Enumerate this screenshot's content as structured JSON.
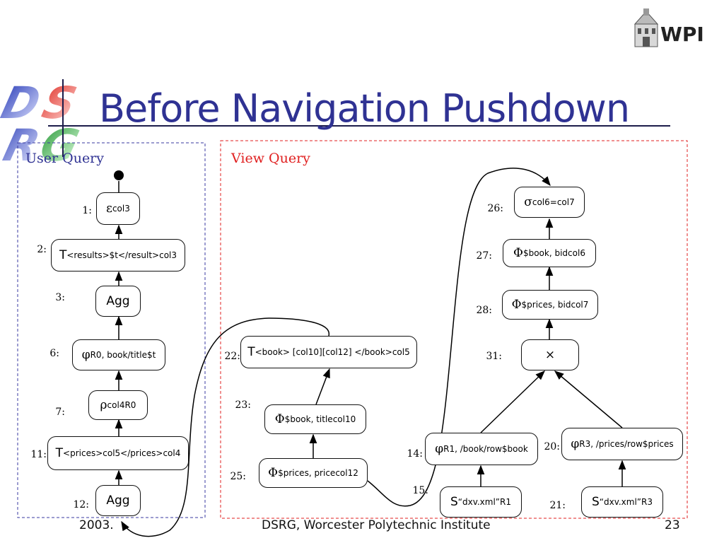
{
  "slide": {
    "title": "Before Navigation Pushdown",
    "user_query_label": "User Query",
    "view_query_label": "View Query",
    "logo_left_text": "DSRG",
    "logo_right_text": "WPI"
  },
  "user_query": {
    "n1": {
      "label": "1:",
      "sym": "ε",
      "sub": "col3"
    },
    "n2": {
      "label": "2:",
      "main": "T",
      "sub": "<results>$t</result>",
      "sup": "col3"
    },
    "n3": {
      "label": "3:",
      "text": "Agg"
    },
    "n6": {
      "label": "6:",
      "sym": "φ",
      "sub": "R0, book/title",
      "sup": "$t"
    },
    "n7": {
      "label": "7:",
      "sym": "ρ",
      "sub": "col4",
      "sup": "R0"
    },
    "n11": {
      "label": "11:",
      "main": "T",
      "sub": "<prices>col5</prices>",
      "sup": "col4"
    },
    "n12": {
      "label": "12:",
      "text": "Agg"
    }
  },
  "view_query": {
    "n22": {
      "label": "22:",
      "main": "T",
      "sub": "<book> [col10][col12] </book>",
      "sup": "col5"
    },
    "n23": {
      "label": "23:",
      "sym": "Φ",
      "sub": "$book, title",
      "sup": "col10"
    },
    "n25": {
      "label": "25:",
      "sym": "Φ",
      "sub": "$prices, price",
      "sup": "col12"
    },
    "n26": {
      "label": "26:",
      "sym": "σ",
      "sub": "col6=col7"
    },
    "n27": {
      "label": "27:",
      "sym": "Φ",
      "sub": "$book, bid",
      "sup": "col6"
    },
    "n28": {
      "label": "28:",
      "sym": "Φ",
      "sub": "$prices, bid",
      "sup": "col7"
    },
    "n31": {
      "label": "31:",
      "sym": "×"
    },
    "n14": {
      "label": "14:",
      "sym": "φ",
      "sub": "R1, /book/row",
      "sup": "$book"
    },
    "n20": {
      "label": "20:",
      "sym": "φ",
      "sub": "R3, /prices/row",
      "sup": "$prices"
    },
    "n15": {
      "label": "15:",
      "main": "S",
      "sub": "“dxv.xml”",
      "sup": "R1"
    },
    "n21": {
      "label": "21:",
      "main": "S",
      "sub": "“dxv.xml”",
      "sup": "R3"
    }
  },
  "footer": {
    "left": "2003.",
    "center": "DSRG,  Worcester Polytechnic Institute",
    "page": "23"
  },
  "colors": {
    "title": "#2f3293",
    "user_panel_border": "#3a3aa0",
    "view_panel_border": "#e02020",
    "view_label": "#e02020"
  }
}
